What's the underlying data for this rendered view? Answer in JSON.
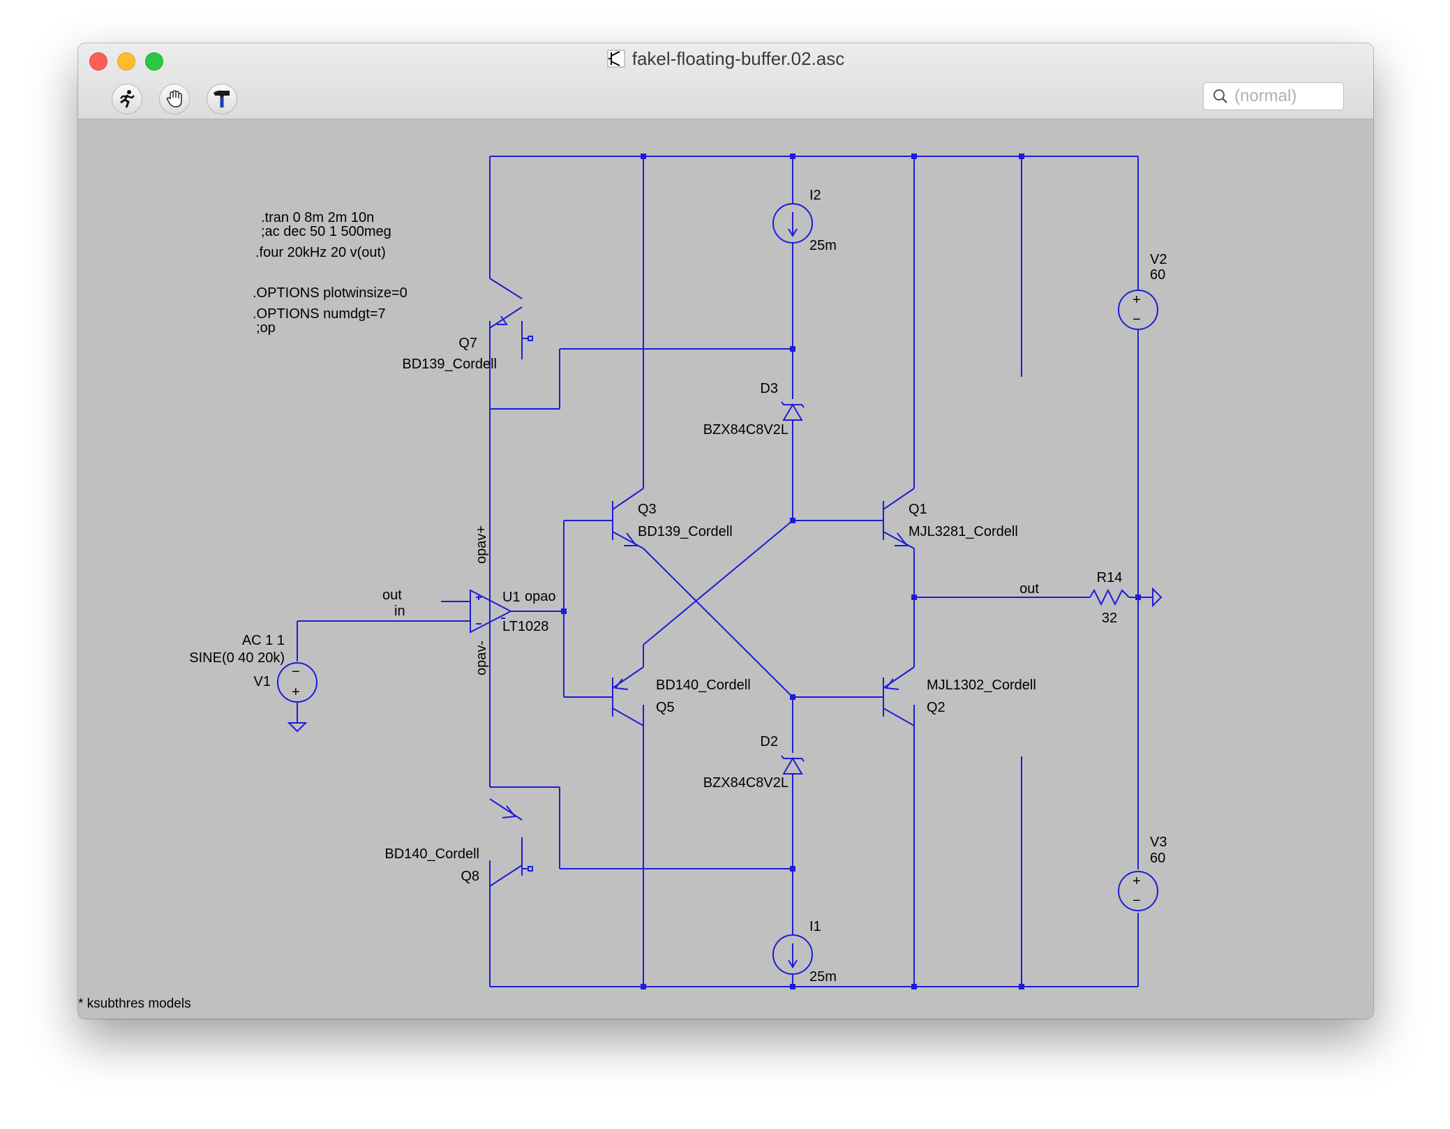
{
  "window": {
    "title": "fakel-floating-buffer.02.asc",
    "search_placeholder": "(normal)"
  },
  "toolbar": {
    "tools": [
      {
        "name": "run",
        "icon": "running-man-icon"
      },
      {
        "name": "halt",
        "icon": "hand-icon"
      },
      {
        "name": "netlist",
        "icon": "hammer-icon"
      }
    ]
  },
  "colors": {
    "wire": "#1c1cd8",
    "canvas_bg": "#c0c0c0",
    "text": "#000000"
  },
  "directives": {
    "tran": ".tran 0 8m 2m 10n",
    "ac": ";ac dec 50 1 500meg",
    "four": ".four 20kHz 20 v(out)",
    "opt1": ".OPTIONS plotwinsize=0",
    "opt2": ".OPTIONS numdgt=7",
    "op": ";op"
  },
  "components": {
    "I2": {
      "name": "I2",
      "value": "25m"
    },
    "I1": {
      "name": "I1",
      "value": "25m"
    },
    "V2": {
      "name": "V2",
      "value": "60"
    },
    "V3": {
      "name": "V3",
      "value": "60"
    },
    "V1": {
      "name": "V1",
      "ac": "AC 1 1",
      "sine": "SINE(0 40 20k)"
    },
    "Q7": {
      "name": "Q7",
      "model": "BD139_Cordell"
    },
    "Q8": {
      "name": "Q8",
      "model": "BD140_Cordell"
    },
    "Q3": {
      "name": "Q3",
      "model": "BD139_Cordell"
    },
    "Q5": {
      "name": "Q5",
      "model": "BD140_Cordell"
    },
    "Q1": {
      "name": "Q1",
      "model": "MJL3281_Cordell"
    },
    "Q2": {
      "name": "Q2",
      "model": "MJL1302_Cordell"
    },
    "D3": {
      "name": "D3",
      "model": "BZX84C8V2L"
    },
    "D2": {
      "name": "D2",
      "model": "BZX84C8V2L"
    },
    "U1": {
      "name": "U1",
      "model": "LT1028"
    },
    "R14": {
      "name": "R14",
      "value": "32"
    }
  },
  "nets": {
    "out_a": "out",
    "in": "in",
    "out_b": "out",
    "opao": "opao",
    "opav_plus": "opav+",
    "opav_minus": "opav-"
  },
  "pins": {
    "plus": "+",
    "minus": "−"
  },
  "footer": "* ksubthres models"
}
